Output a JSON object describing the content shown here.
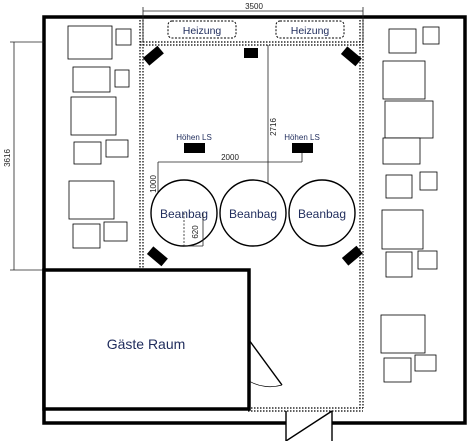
{
  "dimensions": {
    "top_width": "3500",
    "left_depth": "3616",
    "center_depth": "2716",
    "ls_spacing": "2000",
    "beanbag_offset": "1000",
    "beanbag_radius": "620"
  },
  "heaters": [
    "Heizung",
    "Heizung"
  ],
  "height_speakers": [
    "Höhen LS",
    "Höhen LS"
  ],
  "beanbags": [
    "Beanbag",
    "Beanbag",
    "Beanbag"
  ],
  "guest_room": "Gäste Raum",
  "colors": {
    "line": "#000000",
    "dim_line": "#222222",
    "text": "#1f2c5c"
  }
}
